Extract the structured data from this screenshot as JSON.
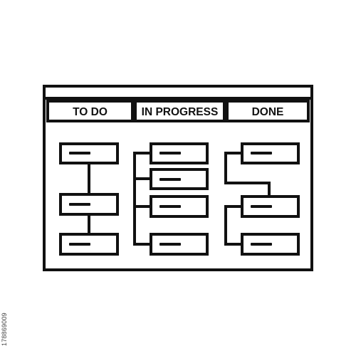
{
  "board": {
    "columns": [
      {
        "title": "TO DO",
        "cards": 3
      },
      {
        "title": "IN PROGRESS",
        "cards": 4
      },
      {
        "title": "DONE",
        "cards": 3
      }
    ]
  },
  "stock_id": "178869009",
  "colors": {
    "stroke": "#111111",
    "background": "#ffffff"
  },
  "icon": "kanban-board-icon"
}
